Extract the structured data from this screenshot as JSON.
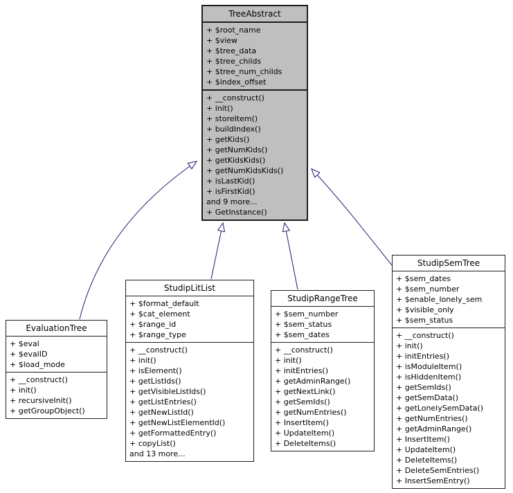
{
  "diagram": {
    "type": "uml-class-inheritance",
    "colors": {
      "edge": "#191970",
      "node_border": "#1c1c1c",
      "base_class_fill": "#bfbfbf",
      "child_class_fill": "#ffffff",
      "text": "#000000"
    },
    "classes": [
      {
        "name": "TreeAbstract",
        "role": "base",
        "attributes": [
          "+ $root_name",
          "+ $view",
          "+ $tree_data",
          "+ $tree_childs",
          "+ $tree_num_childs",
          "+ $index_offset"
        ],
        "methods": [
          "+ __construct()",
          "+ init()",
          "+ storeItem()",
          "+ buildIndex()",
          "+ getKids()",
          "+ getNumKids()",
          "+ getKidsKids()",
          "+ getNumKidsKids()",
          "+ isLastKid()",
          "+ isFirstKid()",
          "and 9 more...",
          "+ GetInstance()"
        ]
      },
      {
        "name": "EvaluationTree",
        "role": "derived",
        "attributes": [
          "+ $eval",
          "+ $evalID",
          "+ $load_mode"
        ],
        "methods": [
          "+ __construct()",
          "+ init()",
          "+ recursiveInit()",
          "+ getGroupObject()"
        ]
      },
      {
        "name": "StudipLitList",
        "role": "derived",
        "attributes": [
          "+ $format_default",
          "+ $cat_element",
          "+ $range_id",
          "+ $range_type"
        ],
        "methods": [
          "+ __construct()",
          "+ init()",
          "+ isElement()",
          "+ getListIds()",
          "+ getVisibleListIds()",
          "+ getListEntries()",
          "+ getNewListId()",
          "+ getNewListElementId()",
          "+ getFormattedEntry()",
          "+ copyList()",
          "and 13 more..."
        ]
      },
      {
        "name": "StudipRangeTree",
        "role": "derived",
        "attributes": [
          "+ $sem_number",
          "+ $sem_status",
          "+ $sem_dates"
        ],
        "methods": [
          "+ __construct()",
          "+ init()",
          "+ initEntries()",
          "+ getAdminRange()",
          "+ getNextLink()",
          "+ getSemIds()",
          "+ getNumEntries()",
          "+ InsertItem()",
          "+ UpdateItem()",
          "+ DeleteItems()"
        ]
      },
      {
        "name": "StudipSemTree",
        "role": "derived",
        "attributes": [
          "+ $sem_dates",
          "+ $sem_number",
          "+ $enable_lonely_sem",
          "+ $visible_only",
          "+ $sem_status"
        ],
        "methods": [
          "+ __construct()",
          "+ init()",
          "+ initEntries()",
          "+ isModuleItem()",
          "+ isHiddenItem()",
          "+ getSemIds()",
          "+ getSemData()",
          "+ getLonelySemData()",
          "+ getNumEntries()",
          "+ getAdminRange()",
          "+ InsertItem()",
          "+ UpdateItem()",
          "+ DeleteItems()",
          "+ DeleteSemEntries()",
          "+ InsertSemEntry()"
        ]
      }
    ],
    "edges": [
      {
        "from": "EvaluationTree",
        "to": "TreeAbstract",
        "relation": "inherits"
      },
      {
        "from": "StudipLitList",
        "to": "TreeAbstract",
        "relation": "inherits"
      },
      {
        "from": "StudipRangeTree",
        "to": "TreeAbstract",
        "relation": "inherits"
      },
      {
        "from": "StudipSemTree",
        "to": "TreeAbstract",
        "relation": "inherits"
      }
    ]
  }
}
